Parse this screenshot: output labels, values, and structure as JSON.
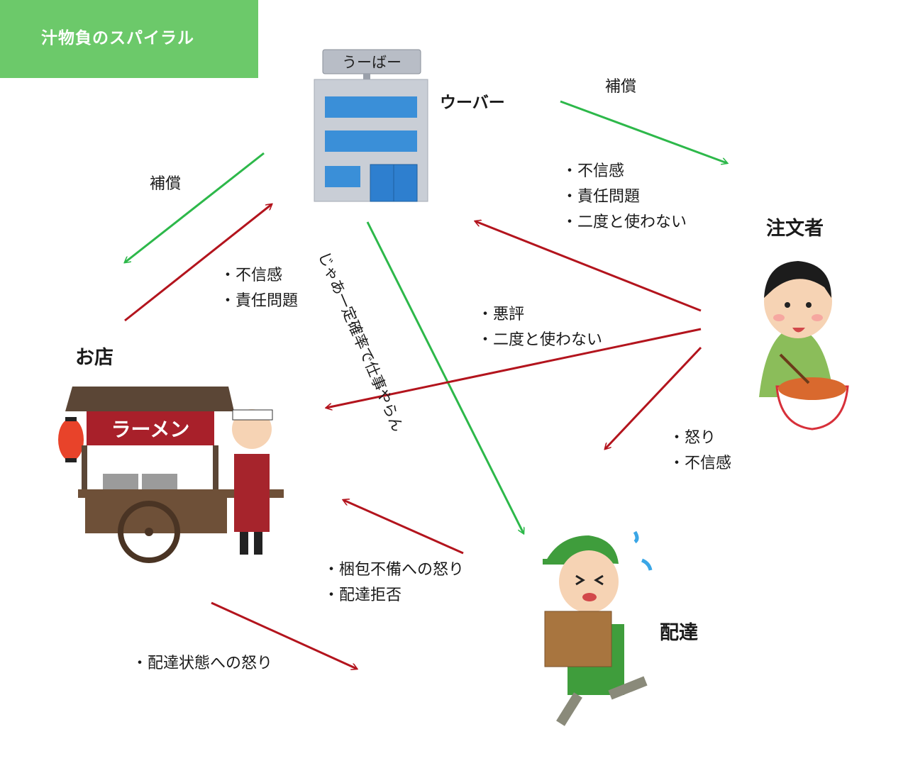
{
  "title": "汁物負のスパイラル",
  "actors": {
    "uber": "ウーバー",
    "customer": "注文者",
    "shop": "お店",
    "delivery": "配達"
  },
  "building_sign": "うーばー",
  "shop_sign": "ラーメン",
  "notes": {
    "uber_to_customer": "補償",
    "uber_to_shop": "補償",
    "customer_to_uber": [
      "・不信感",
      "・責任問題",
      "・二度と使わない"
    ],
    "shop_to_uber": [
      "・不信感",
      "・責任問題"
    ],
    "customer_to_shop": [
      "・悪評",
      "・二度と使わない"
    ],
    "customer_to_delivery": [
      "・怒り",
      "・不信感"
    ],
    "delivery_to_shop": [
      "・梱包不備への怒り",
      "・配達拒否"
    ],
    "shop_to_delivery": "・配達状態への怒り",
    "uber_to_delivery": "じゃあ一定確率で仕事やらん"
  },
  "colors": {
    "green_arrow": "#2db84a",
    "red_arrow": "#b3141d",
    "banner": "#6cc96a"
  }
}
